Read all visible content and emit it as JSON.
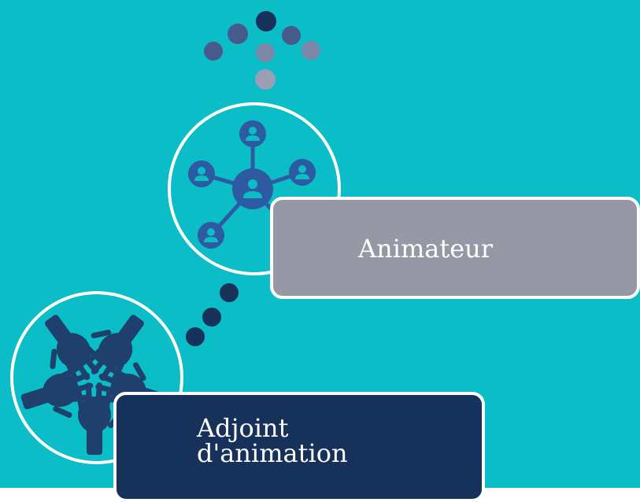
{
  "colors": {
    "background": "#0bbdc7",
    "animateur_box": "#9698a6",
    "adjoint_box": "#16315a",
    "outline": "#ffffff",
    "network_icon": "#2d5aa0",
    "network_dark": "#1d4080",
    "hands_icon": "#1f3f6c",
    "dot_dark": "#16315a",
    "dot_mid": "#465a8c",
    "dot_light": "#7b86a8",
    "dot_pale": "#9a9fb4"
  },
  "roles": {
    "animateur": {
      "label": "Animateur"
    },
    "adjoint": {
      "label": "Adjoint\nd'animation"
    }
  },
  "icons": {
    "network": "people-network-icon",
    "hands": "joined-hands-icon",
    "arrow": "dotted-up-arrow"
  }
}
